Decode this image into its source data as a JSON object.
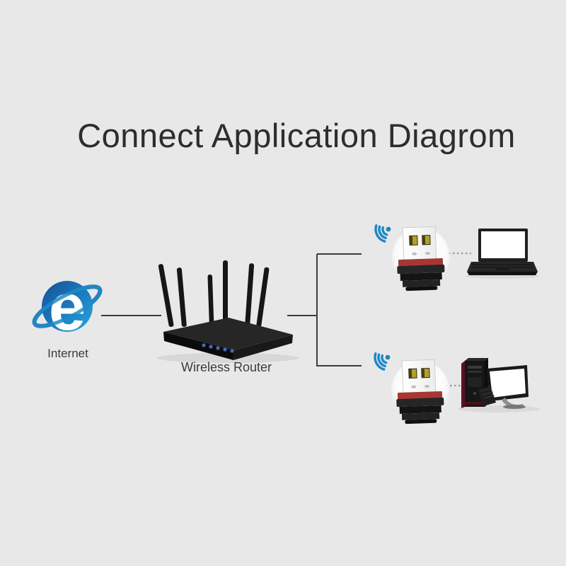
{
  "title": "Connect Application Diagrom",
  "background_color": "#e8e8e8",
  "nodes": {
    "internet": {
      "label": "Internet",
      "icon": "internet-explorer-e-logo"
    },
    "router": {
      "label": "Wireless Router",
      "description": "black wireless router with six antennas and blue front LEDs"
    },
    "adapter_top": {
      "icon": "usb-wifi-adapter",
      "signal_icon": "wifi-signal",
      "detail": "white USB plug with two gold contacts, red stripe, ridged black body on white circle badge"
    },
    "laptop": {
      "icon": "laptop",
      "detail": "black laptop with blank white screen"
    },
    "adapter_bottom": {
      "icon": "usb-wifi-adapter",
      "signal_icon": "wifi-signal"
    },
    "desktop": {
      "icon": "desktop-computer",
      "detail": "black/red tower, widescreen monitor with blank white screen, keyboard"
    }
  },
  "connections": [
    {
      "from": "internet",
      "to": "router",
      "style": "solid"
    },
    {
      "from": "router",
      "to": "adapter_top",
      "style": "solid-elbow"
    },
    {
      "from": "router",
      "to": "adapter_bottom",
      "style": "solid-elbow"
    },
    {
      "from": "adapter_top",
      "to": "laptop",
      "style": "dotted"
    },
    {
      "from": "adapter_bottom",
      "to": "desktop",
      "style": "dotted"
    }
  ],
  "colors": {
    "wifi_icon_blue": "#1b87c9",
    "ie_logo_dark_blue": "#1a5ba0",
    "ie_logo_light_blue": "#28a8e0",
    "adapter_red_stripe": "#a73733",
    "router_led_blue": "#4a7cf0",
    "connector_line": "#3c3c3c",
    "title_text": "#2d2d2d"
  }
}
